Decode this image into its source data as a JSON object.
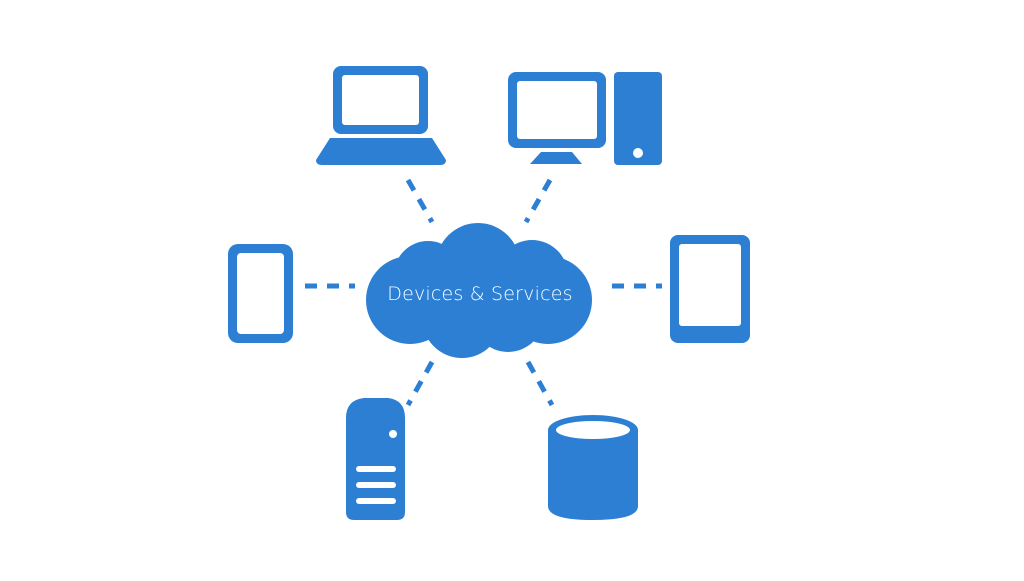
{
  "diagram": {
    "title": "",
    "hub_label": "Devices & Services",
    "accent_color": "#2d7fd4",
    "background_color": "#ffffff",
    "nodes": [
      {
        "name": "laptop",
        "icon": "laptop-icon"
      },
      {
        "name": "desktop",
        "icon": "desktop-computer-icon"
      },
      {
        "name": "phone",
        "icon": "phone-icon"
      },
      {
        "name": "tablet",
        "icon": "tablet-icon"
      },
      {
        "name": "server",
        "icon": "server-icon"
      },
      {
        "name": "database",
        "icon": "database-icon"
      }
    ],
    "hub_icon": "cloud-icon"
  }
}
